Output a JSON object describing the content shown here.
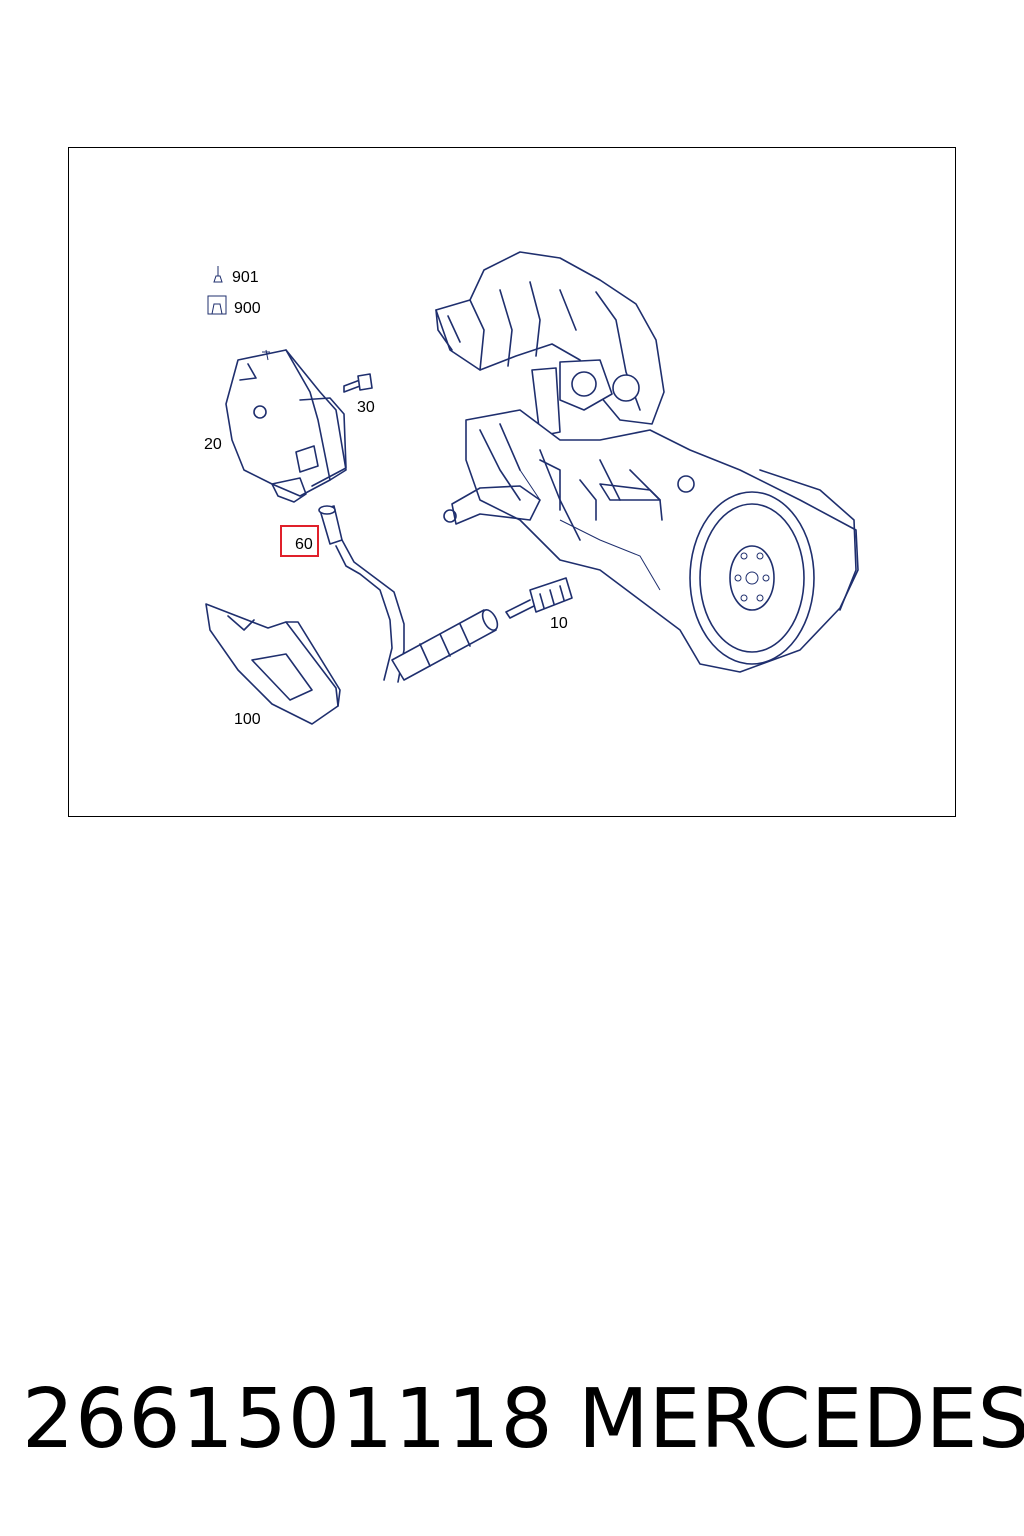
{
  "diagram": {
    "callouts": {
      "c901": "901",
      "c900": "900",
      "c30": "30",
      "c20": "20",
      "c60": "60",
      "c10": "10",
      "c100": "100"
    },
    "highlight_color": "#e0202a",
    "line_color": "#1f2f6e"
  },
  "footer": {
    "part_number": "2661501118",
    "brand": "MERCEDES"
  }
}
